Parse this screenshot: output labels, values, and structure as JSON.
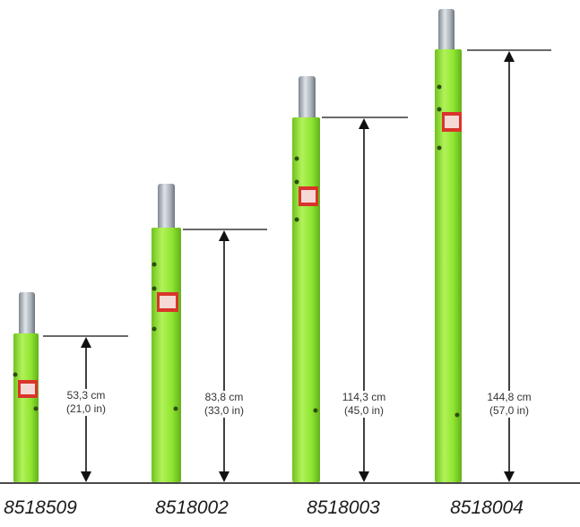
{
  "colors": {
    "tube": "#8ee530",
    "tube_shadow": "#6fc21e",
    "tube_highlight": "#b2f25a",
    "piston": "#9aa3ab",
    "piston_highlight": "#dfe4e8",
    "tag": "#d9342b",
    "line": "#111111"
  },
  "extensions": [
    {
      "model": "8518509",
      "cm": "53,3 cm",
      "inches": "(21,0 in)"
    },
    {
      "model": "8518002",
      "cm": "83,8 cm",
      "inches": "(33,0 in)"
    },
    {
      "model": "8518003",
      "cm": "114,3 cm",
      "inches": "(45,0 in)"
    },
    {
      "model": "8518004",
      "cm": "144,8 cm",
      "inches": "(57,0 in)"
    }
  ]
}
